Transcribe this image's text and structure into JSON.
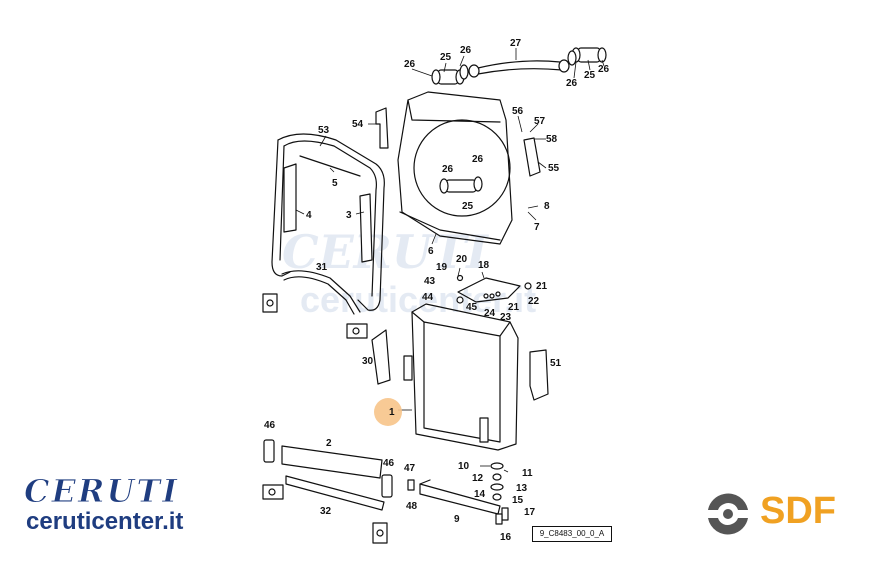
{
  "diagram": {
    "callouts": [
      {
        "id": "c26a",
        "text": "26"
      },
      {
        "id": "c25a",
        "text": "25"
      },
      {
        "id": "c26b",
        "text": "26"
      },
      {
        "id": "c27",
        "text": "27"
      },
      {
        "id": "c26c",
        "text": "26"
      },
      {
        "id": "c25b",
        "text": "25"
      },
      {
        "id": "c26d",
        "text": "26"
      },
      {
        "id": "c53",
        "text": "53"
      },
      {
        "id": "c54",
        "text": "54"
      },
      {
        "id": "c56",
        "text": "56"
      },
      {
        "id": "c57",
        "text": "57"
      },
      {
        "id": "c58",
        "text": "58"
      },
      {
        "id": "c55",
        "text": "55"
      },
      {
        "id": "c26e",
        "text": "26"
      },
      {
        "id": "c26f",
        "text": "26"
      },
      {
        "id": "c25c",
        "text": "25"
      },
      {
        "id": "c5",
        "text": "5"
      },
      {
        "id": "c4",
        "text": "4"
      },
      {
        "id": "c3",
        "text": "3"
      },
      {
        "id": "c8",
        "text": "8"
      },
      {
        "id": "c7",
        "text": "7"
      },
      {
        "id": "c6",
        "text": "6"
      },
      {
        "id": "c19",
        "text": "19"
      },
      {
        "id": "c20",
        "text": "20"
      },
      {
        "id": "c18",
        "text": "18"
      },
      {
        "id": "c31",
        "text": "31"
      },
      {
        "id": "c43",
        "text": "43"
      },
      {
        "id": "c21a",
        "text": "21"
      },
      {
        "id": "c44",
        "text": "44"
      },
      {
        "id": "c45",
        "text": "45"
      },
      {
        "id": "c21b",
        "text": "21"
      },
      {
        "id": "c22",
        "text": "22"
      },
      {
        "id": "c24",
        "text": "24"
      },
      {
        "id": "c23",
        "text": "23"
      },
      {
        "id": "c30",
        "text": "30"
      },
      {
        "id": "c51",
        "text": "51"
      },
      {
        "id": "c1",
        "text": "1"
      },
      {
        "id": "c46a",
        "text": "46"
      },
      {
        "id": "c2",
        "text": "2"
      },
      {
        "id": "c46b",
        "text": "46"
      },
      {
        "id": "c47",
        "text": "47"
      },
      {
        "id": "c10",
        "text": "10"
      },
      {
        "id": "c11",
        "text": "11"
      },
      {
        "id": "c12",
        "text": "12"
      },
      {
        "id": "c13",
        "text": "13"
      },
      {
        "id": "c14",
        "text": "14"
      },
      {
        "id": "c15",
        "text": "15"
      },
      {
        "id": "c48",
        "text": "48"
      },
      {
        "id": "c9",
        "text": "9"
      },
      {
        "id": "c17",
        "text": "17"
      },
      {
        "id": "c32",
        "text": "32"
      },
      {
        "id": "c16",
        "text": "16"
      }
    ],
    "highlighted_callout": "1",
    "highlight_color": "#f7c48a",
    "reference_code": "9_C8483_00_0_A"
  },
  "watermark": {
    "brand": "CERUTI",
    "url": "ceruticenter.it",
    "color": "#dbe3ef"
  },
  "logos": {
    "ceruti_brand": "CERUTI",
    "ceruti_url": "ceruticenter.it",
    "ceruti_color": "#1f3d80",
    "sdf_text": "SDF",
    "sdf_color": "#f0a122",
    "sdf_icon_color": "#555555"
  }
}
